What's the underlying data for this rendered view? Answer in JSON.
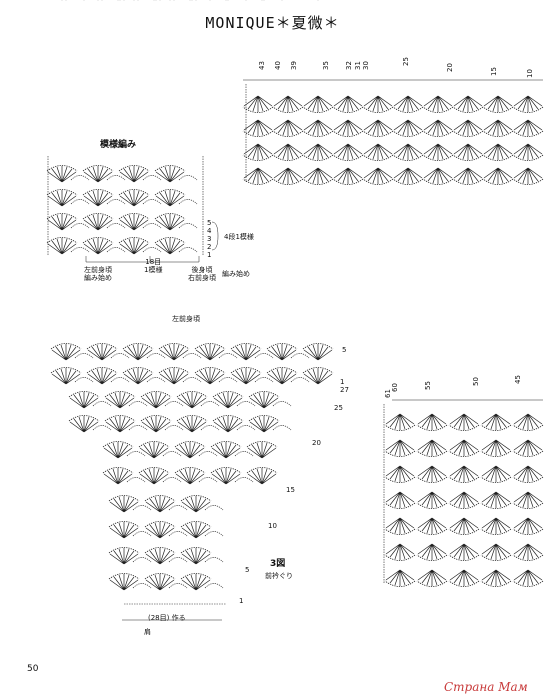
{
  "title": "MONIQUE＊夏微＊",
  "page_number": "50",
  "watermark": "Страна Мам",
  "top_chart": {
    "column_numbers": [
      "43",
      "40",
      "39",
      "35",
      "32",
      "31",
      "30",
      "25",
      "20",
      "15",
      "10"
    ]
  },
  "stitch_pattern": {
    "heading": "模様編み",
    "row_labels": [
      "5",
      "4",
      "3",
      "2",
      "1"
    ],
    "repeat_note": "4段1模様",
    "start_left": "左前身頃\n編み始め",
    "repeat_width": "18目\n1模様",
    "start_right": "後身頃\n右前身頃",
    "start_right_note": "編み始め"
  },
  "front_chart": {
    "heading": "左前身頃",
    "row_labels": [
      "5",
      "1",
      "27",
      "25",
      "20",
      "15",
      "10",
      "5",
      "1"
    ],
    "figure_label": "3図",
    "figure_caption": "前衿ぐり",
    "bottom_count": "(28目) 作る",
    "bottom_label": "肩"
  },
  "right_chart": {
    "column_numbers": [
      "61",
      "60",
      "55",
      "50",
      "45"
    ]
  }
}
